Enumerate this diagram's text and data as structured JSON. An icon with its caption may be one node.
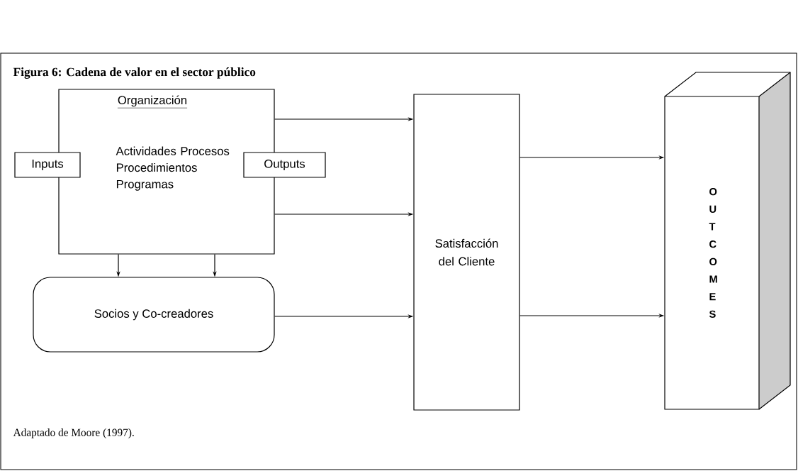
{
  "diagram": {
    "title": "Figura 6: Cadena de valor en el sector público",
    "caption": "Adaptado de Moore (1997).",
    "nodes": [
      {
        "text": [
          "Organización",
          "Actividades Procesos Procedimientos Programas"
        ]
      },
      {
        "text": [
          "Inputs"
        ]
      },
      {
        "text": [
          "Outputs"
        ]
      },
      {
        "text": [
          "Socios y Co-creadores"
        ]
      },
      {
        "text": [
          "Satisfacción del Cliente"
        ]
      },
      {
        "text": [
          "OUTCOMES"
        ]
      }
    ],
    "edges": [
      {
        "from": 0,
        "to": 4,
        "arrow": "to"
      },
      {
        "from": 0,
        "to": 4,
        "arrow": "to"
      },
      {
        "from": 0,
        "to": 3,
        "arrow": "to"
      },
      {
        "from": 0,
        "to": 3,
        "arrow": "to"
      },
      {
        "from": 3,
        "to": 4,
        "arrow": "to"
      },
      {
        "from": 4,
        "to": 5,
        "arrow": "to"
      },
      {
        "from": 4,
        "to": 5,
        "arrow": "to"
      }
    ]
  }
}
